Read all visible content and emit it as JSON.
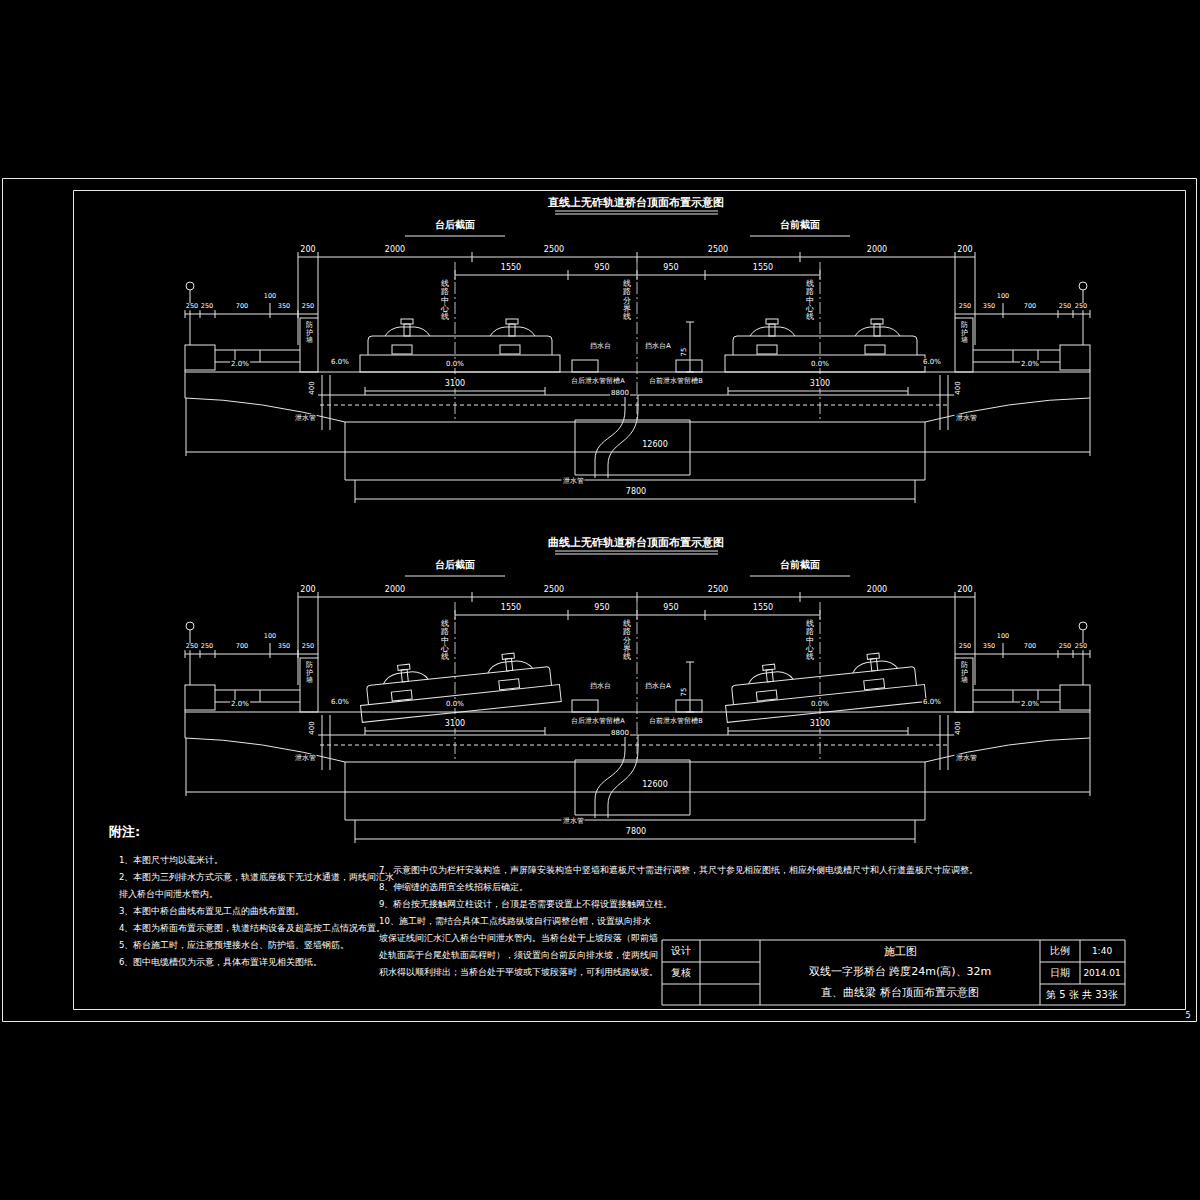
{
  "diagram": {
    "labels": [
      "直线上无砟轨道桥台顶面布置示意图",
      "台后截面",
      "台前截面",
      "200",
      "2000",
      "2500",
      "2500",
      "2000",
      "200",
      "1550",
      "950",
      "950",
      "1550",
      "250",
      "250",
      "700",
      "100",
      "350",
      "250",
      "250",
      "350",
      "100",
      "700",
      "250",
      "250",
      "线路中心线",
      "线路分界线",
      "线路中心线",
      "防护墙",
      "防护墙",
      "挡水台",
      "挡水台A",
      "75",
      "2.0%",
      "6.0%",
      "0.0%",
      "0.0%",
      "6.0%",
      "2.0%",
      "3100",
      "3100",
      "台后泄水管留槽A",
      "台前泄水管留槽B",
      "8800",
      "400",
      "400",
      "泄水管",
      "泄水管",
      "12600",
      "泄水管",
      "7800",
      "曲线上无砟轨道桥台顶面布置示意图",
      "台后截面",
      "台前截面",
      "200",
      "2000",
      "2500",
      "2500",
      "2000",
      "200",
      "1550",
      "950",
      "950",
      "1550",
      "250",
      "250",
      "700",
      "100",
      "350",
      "250",
      "250",
      "350",
      "100",
      "700",
      "250",
      "250",
      "线路中心线",
      "线路分界线",
      "线路中心线",
      "防护墙",
      "防护墙",
      "挡水台",
      "挡水台A",
      "75",
      "2.0%",
      "6.0%",
      "0.0%",
      "0.0%",
      "6.0%",
      "2.0%",
      "3100",
      "3100",
      "台后泄水管留槽A",
      "台前泄水管留槽B",
      "8800",
      "400",
      "400",
      "泄水管",
      "泄水管",
      "12600",
      "泄水管",
      "7800",
      "附注:",
      "1、本图尺寸均以毫米计。",
      "2、本图为三列排水方式示意，轨道底座板下无过水通道，两线间汇水排入桥台中间泄水管内。",
      "3、本图中桥台曲线布置见工点的曲线布置图。",
      "4、本图为桥面布置示意图，轨道结构设备及超高按工点情况布置。",
      "5、桥台施工时，应注意预埋接水台、防护墙、竖墙钢筋。",
      "6、图中电缆槽仅为示意，具体布置详见相关图纸。",
      "7、示意图中仅为栏杆安装构造，声屏障安装构造中竖墙和遮板尺寸需进行调整，其尺寸参见相应图纸，相应外侧电缆槽尺寸和人行道盖板尺寸应调整。",
      "8、伸缩缝的选用宜全线招标后确定。",
      "9、桥台按无接触网立柱设计，台顶是否需要设置上不得设置接触网立柱。",
      "10、施工时，需结合具体工点线路纵坡自行调整台帽，设置纵向排水坡保证线间汇水汇入桥台中间泄水管内。当桥台处于上坡段落（即前墙处轨面高于台尾处轨面高程时），须设置向台前反向排水坡，使两线间积水得以顺利排出；当桥台处于平坡或下坡段落时，可利用线路纵坡。",
      "设计",
      "复核",
      "施工图",
      "双线一字形桥台 跨度24m(高)、32m",
      "直、曲线梁 桥台顶面布置示意图",
      "比例",
      "1:40",
      "日期",
      "2014.01",
      "第 5 张 共 33张",
      "5"
    ]
  }
}
